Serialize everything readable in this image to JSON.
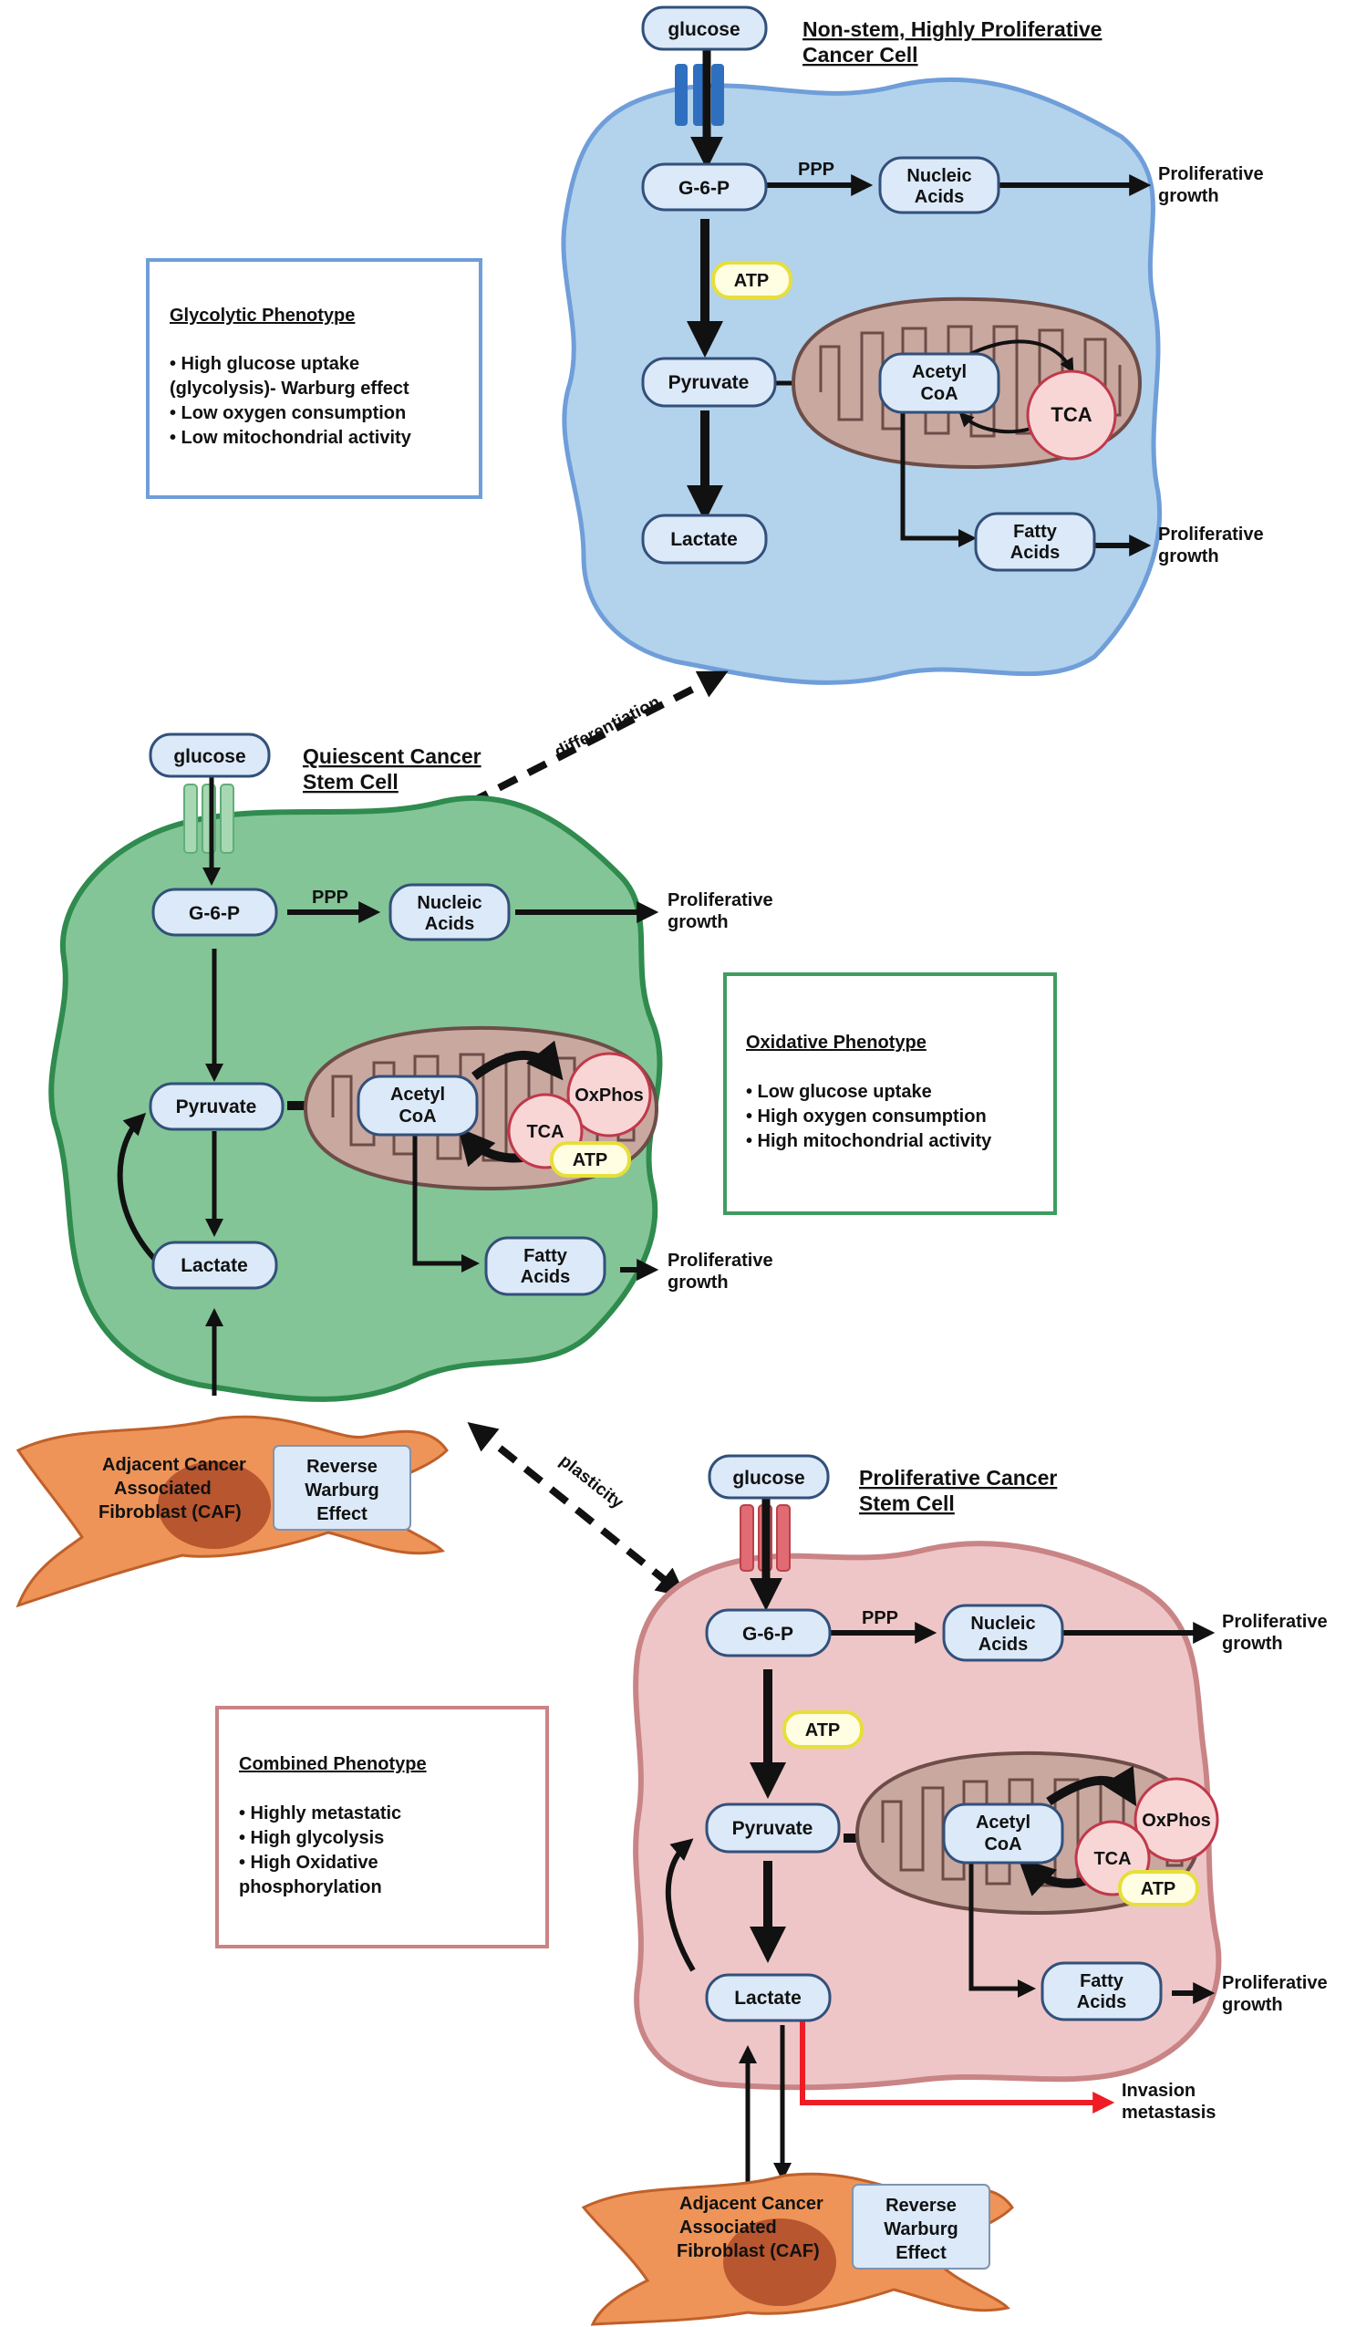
{
  "colors": {
    "blue_cell_fill": "#b3d2ec",
    "blue_cell_stroke": "#6f9ed9",
    "green_cell_fill": "#83c596",
    "green_cell_stroke": "#2f8b4e",
    "pink_cell_fill": "#efc6c7",
    "pink_cell_stroke": "#c98486",
    "node_fill": "#dbe9f8",
    "node_stroke": "#32507a",
    "mito_fill": "#c9a8a0",
    "mito_stroke": "#6d4d48",
    "tca_fill": "#f8d6d6",
    "tca_stroke": "#c0394a",
    "atp_fill": "#fffde2",
    "atp_stroke": "#e6df3a",
    "fibroblast": "#ee9459",
    "fibroblast_nucleus": "#b8562f",
    "red_arrow": "#ee1c25",
    "glycolytic_box_stroke": "#6f9ed9",
    "oxidative_box_stroke": "#3f9c60",
    "combined_box_stroke": "#c98486"
  },
  "cell_top": {
    "title_line1": "Non-stem, Highly Proliferative",
    "title_line2": "Cancer Cell",
    "glucose": "glucose",
    "g6p": "G-6-P",
    "ppp": "PPP",
    "nucleic_line1": "Nucleic",
    "nucleic_line2": "Acids",
    "growth1_line1": "Proliferative",
    "growth1_line2": "growth",
    "atp": "ATP",
    "pyruvate": "Pyruvate",
    "acetyl_line1": "Acetyl",
    "acetyl_line2": "CoA",
    "tca": "TCA",
    "lactate": "Lactate",
    "fatty_line1": "Fatty",
    "fatty_line2": "Acids",
    "growth2_line1": "Proliferative",
    "growth2_line2": "growth"
  },
  "glycolytic_box": {
    "title": "Glycolytic Phenotype",
    "b1_line1": "• High glucose uptake",
    "b1_line2": "(glycolysis)- Warburg effect",
    "b2": "• Low oxygen consumption",
    "b3": "• Low mitochondrial activity"
  },
  "transition_labels": {
    "differentiation": "differentiation",
    "plasticity": "plasticity"
  },
  "cell_mid": {
    "title_line1": "Quiescent Cancer",
    "title_line2": "Stem Cell",
    "glucose": "glucose",
    "g6p": "G-6-P",
    "ppp": "PPP",
    "nucleic_line1": "Nucleic",
    "nucleic_line2": "Acids",
    "growth1_line1": "Proliferative",
    "growth1_line2": "growth",
    "pyruvate": "Pyruvate",
    "acetyl_line1": "Acetyl",
    "acetyl_line2": "CoA",
    "oxphos": "OxPhos",
    "tca": "TCA",
    "atp": "ATP",
    "lactate": "Lactate",
    "fatty_line1": "Fatty",
    "fatty_line2": "Acids",
    "growth2_line1": "Proliferative",
    "growth2_line2": "growth"
  },
  "oxidative_box": {
    "title": "Oxidative Phenotype",
    "b1": "• Low glucose uptake",
    "b2": "• High oxygen consumption",
    "b3": "• High mitochondrial activity"
  },
  "caf_mid": {
    "line1": "Adjacent Cancer",
    "line2": "Associated",
    "line3": "Fibroblast (CAF)",
    "reverse_line1": "Reverse",
    "reverse_line2": "Warburg",
    "reverse_line3": "Effect"
  },
  "cell_bot": {
    "title_line1": "Proliferative Cancer",
    "title_line2": "Stem Cell",
    "glucose": "glucose",
    "g6p": "G-6-P",
    "ppp": "PPP",
    "nucleic_line1": "Nucleic",
    "nucleic_line2": "Acids",
    "growth1_line1": "Proliferative",
    "growth1_line2": "growth",
    "atp_top": "ATP",
    "pyruvate": "Pyruvate",
    "acetyl_line1": "Acetyl",
    "acetyl_line2": "CoA",
    "oxphos": "OxPhos",
    "tca": "TCA",
    "atp": "ATP",
    "lactate": "Lactate",
    "fatty_line1": "Fatty",
    "fatty_line2": "Acids",
    "growth2_line1": "Proliferative",
    "growth2_line2": "growth",
    "invasion_line1": "Invasion",
    "invasion_line2": "metastasis"
  },
  "combined_box": {
    "title": "Combined Phenotype",
    "b1": "• Highly metastatic",
    "b2": "• High glycolysis",
    "b3_line1": "• High Oxidative",
    "b3_line2": "phosphorylation"
  },
  "caf_bot": {
    "line1": "Adjacent Cancer",
    "line2": "Associated",
    "line3": "Fibroblast (CAF)",
    "reverse_line1": "Reverse",
    "reverse_line2": "Warburg",
    "reverse_line3": "Effect"
  }
}
